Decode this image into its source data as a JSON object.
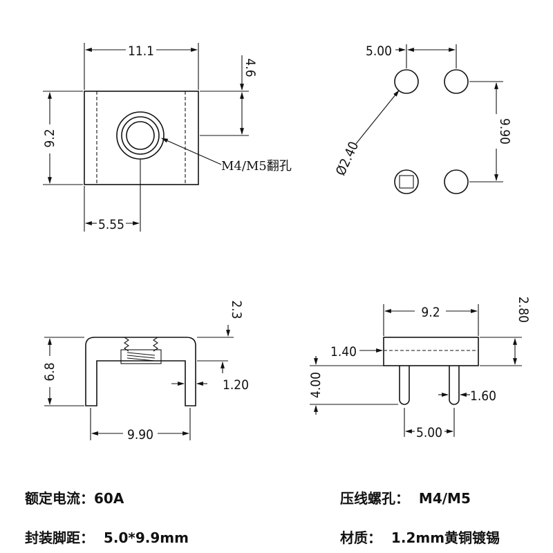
{
  "top_view": {
    "width_dim": "11.1",
    "height_dim": "9.2",
    "hole_offset_dim": "4.6",
    "hole_x_dim": "5.55",
    "hole_note": "M4/M5翻孔"
  },
  "pin_view": {
    "pitch_top_dim": "5.00",
    "pitch_vertical_dim": "9.90",
    "hole_diameter_dim": "Ø2.40"
  },
  "front_view": {
    "top_thickness_dim": "2.3",
    "height_dim": "6.8",
    "leg_dim": "1.20",
    "span_dim": "9.90"
  },
  "side_view": {
    "width_dim": "9.2",
    "top_height_dim": "2.80",
    "step_dim": "1.40",
    "leg_length_dim": "4.00",
    "leg_width_dim": "1.60",
    "pitch_dim": "5.00"
  },
  "specs": {
    "current": "额定电流：60A",
    "screw_hole": "压线螺孔：  M4/M5",
    "pitch": "封装脚距：  5.0*9.9mm",
    "material": "材质：  1.2mm黄铜镀锡"
  }
}
